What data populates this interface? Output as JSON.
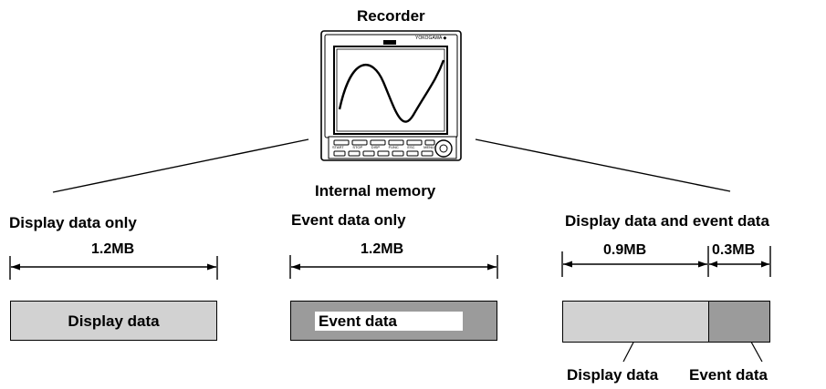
{
  "recorder": {
    "title": "Recorder",
    "brand": "YOKOGAWA ◆",
    "memory_label": "Internal memory",
    "button_labels": [
      "START",
      "STOP",
      "DISP",
      "FUNC",
      "ESC",
      "MENU"
    ]
  },
  "sections": [
    {
      "heading": "Display data only",
      "size_label": "1.2MB",
      "bar_label": "Display data"
    },
    {
      "heading": "Event data only",
      "size_label": "1.2MB",
      "bar_label": "Event data"
    },
    {
      "heading": "Display data and event data",
      "size_labels": [
        "0.9MB",
        "0.3MB"
      ],
      "callouts": [
        "Display data",
        "Event data"
      ],
      "display_fraction": 0.75,
      "event_fraction": 0.25
    }
  ],
  "colors": {
    "display_data_fill": "#d2d2d2",
    "event_data_fill": "#9b9b9b"
  }
}
